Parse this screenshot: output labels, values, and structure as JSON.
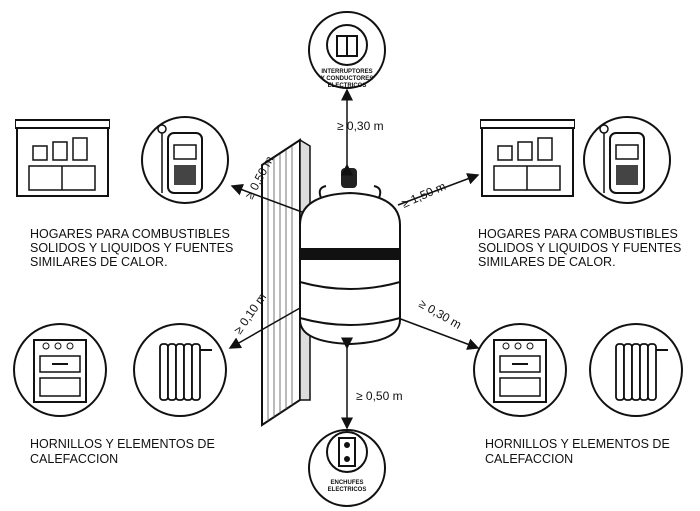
{
  "top_label": [
    "INTERRUPTORES",
    "Y CONDUCTORES",
    "ELECTRICOS"
  ],
  "bottom_label": [
    "ENCHUFES",
    "ELECTRICOS"
  ],
  "left_upper_text": [
    "HOGARES PARA COMBUSTIBLES",
    "SOLIDOS Y LIQUIDOS Y FUENTES",
    "SIMILARES DE CALOR."
  ],
  "right_upper_text": [
    "HOGARES PARA COMBUSTIBLES",
    "SOLIDOS Y LIQUIDOS Y FUENTES",
    "SIMILARES DE CALOR."
  ],
  "left_lower_text": [
    "HORNILLOS Y ELEMENTOS DE",
    "CALEFACCION"
  ],
  "right_lower_text": [
    "HORNILLOS Y ELEMENTOS DE",
    "CALEFACCION"
  ],
  "distances": {
    "top": "≥ 0,30 m",
    "left_upper": "≥ 0,50 m",
    "right_upper": "≥ 1,50 m",
    "left_lower": "≥ 0,10 m",
    "right_lower": "≥ 0,30 m",
    "bottom": "≥ 0,50 m"
  }
}
